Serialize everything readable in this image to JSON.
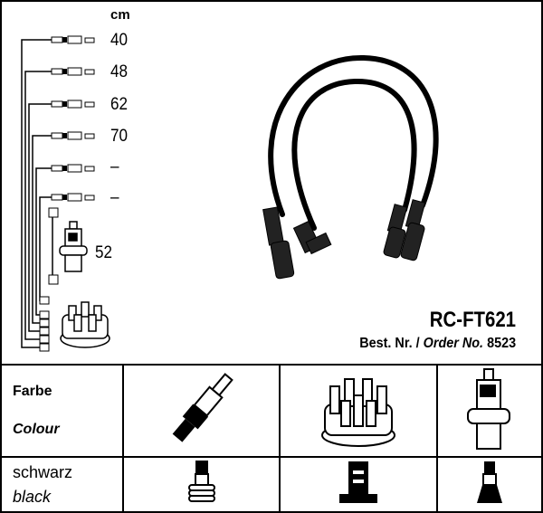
{
  "unit_label": "cm",
  "lengths": [
    "40",
    "48",
    "62",
    "70",
    "–",
    "–"
  ],
  "coil_length": "52",
  "product": {
    "code": "RC-FT621",
    "order_prefix": "Best. Nr. /",
    "order_label": "Order No.",
    "order_number": "8523"
  },
  "table": {
    "header_de": "Farbe",
    "header_en": "Colour",
    "color_de": "schwarz",
    "color_en": "black",
    "columns": [
      "spark-plug",
      "distributor-cap",
      "ignition-coil"
    ]
  }
}
